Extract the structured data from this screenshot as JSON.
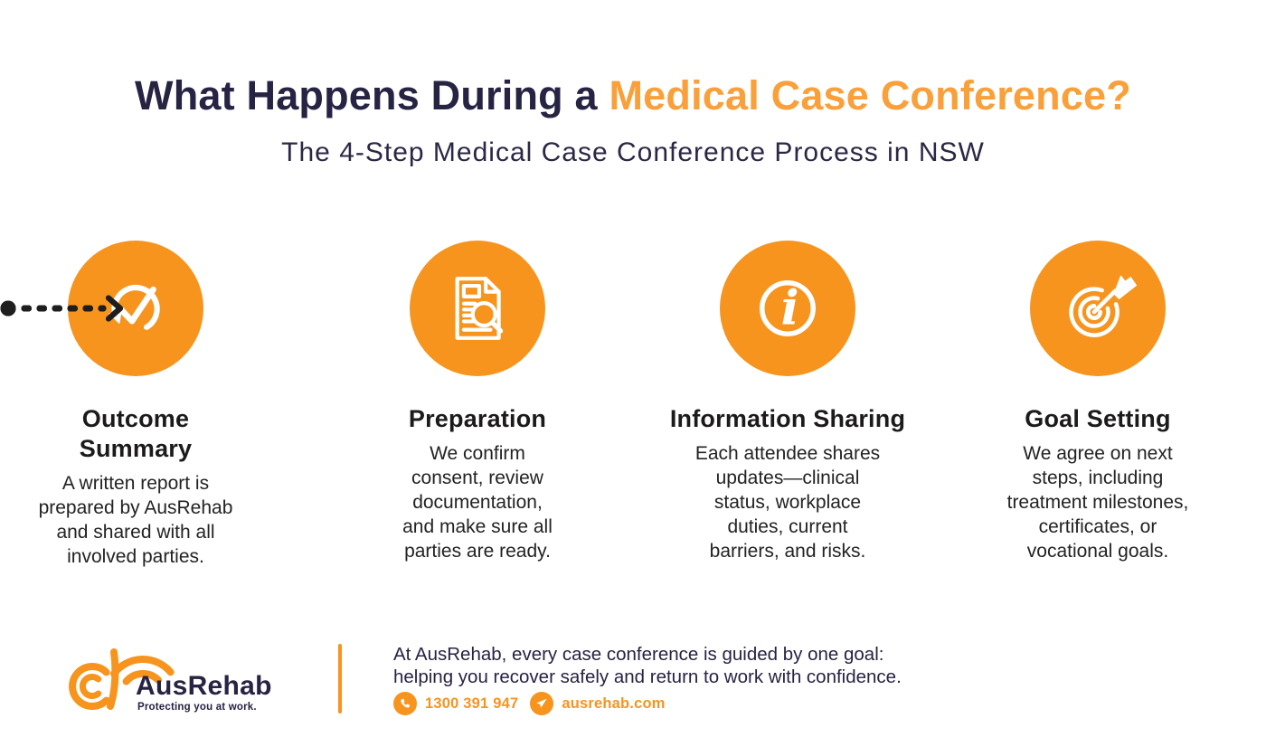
{
  "header": {
    "title_dark": "What Happens During a ",
    "title_orange": "Medical Case Conference?",
    "subtitle": "The 4-Step Medical Case Conference Process in NSW"
  },
  "steps": [
    {
      "icon": "document-search-icon",
      "title": "Preparation",
      "description": "We confirm\nconsent, review\ndocumentation,\nand make sure all\nparties are ready."
    },
    {
      "icon": "info-icon",
      "title": "Information Sharing",
      "description": "Each attendee shares\nupdates—clinical\nstatus, workplace\nduties, current\nbarriers, and risks."
    },
    {
      "icon": "target-dart-icon",
      "title": "Goal Setting",
      "description": "We agree on next\nsteps, including\ntreatment milestones,\ncertificates, or\nvocational goals."
    },
    {
      "icon": "check-cycle-icon",
      "title": "Outcome\nSummary",
      "description": "A written report is\nprepared by AusRehab\nand shared with all\ninvolved parties."
    }
  ],
  "footer": {
    "brand_name": "AusRehab",
    "brand_tagline": "Protecting you at work.",
    "message": "At AusRehab, every case conference is guided by one goal:\nhelping you recover safely and return to work with confidence.",
    "phone": "1300 391 947",
    "website": "ausrehab.com"
  },
  "colors": {
    "accent_orange": "#F7941E",
    "heading_orange": "#F9A03A",
    "navy": "#272343",
    "text_dark": "#1C1A1A",
    "arrow_dark": "#1E1E1E",
    "background": "#FFFFFF"
  }
}
